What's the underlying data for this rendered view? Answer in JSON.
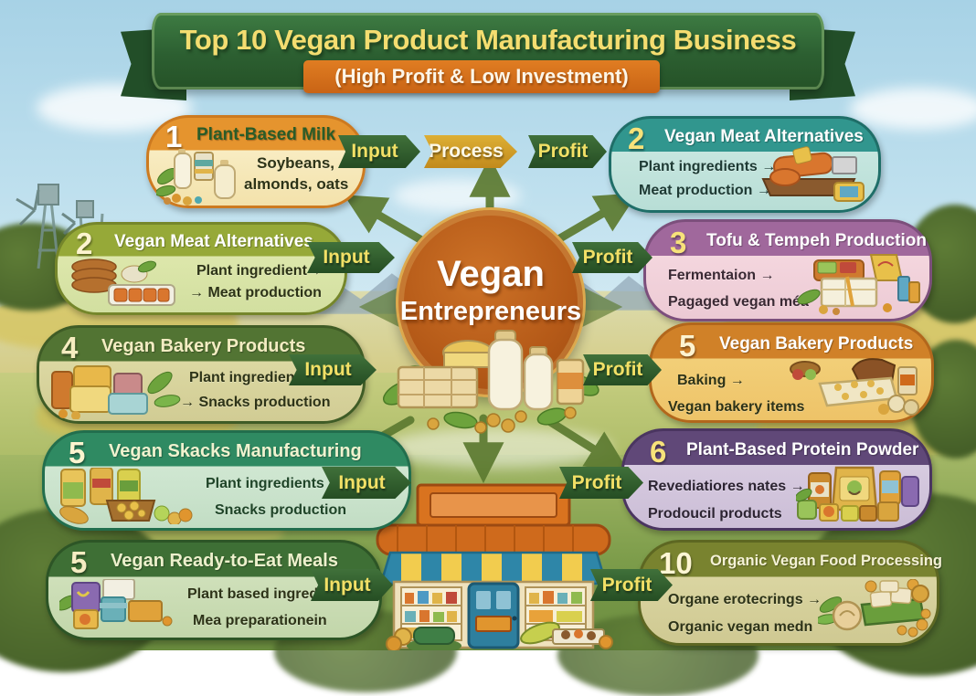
{
  "banner": {
    "title": "Top 10 Vegan Product Manufacturing Business",
    "subtitle": "(High Profit & Low Investment)"
  },
  "center": {
    "line1": "Vegan",
    "line2": "Entrepreneurs"
  },
  "flow": {
    "input": "Input",
    "process": "Process",
    "profit": "Profit"
  },
  "left_items": [
    {
      "num": "1",
      "title": "Plant-Based Milk",
      "line1": "Soybeans,",
      "line2": "almonds, oats"
    },
    {
      "num": "2",
      "title": "Vegan Meat Alternatives",
      "line1": "Plant ingredient→",
      "line2": "→ Meat production"
    },
    {
      "num": "4",
      "title": "Vegan Bakery Products",
      "line1": "Plant ingredients →",
      "line2": "→ Snacks production"
    },
    {
      "num": "5",
      "title": "Vegan Skacks Manufacturing",
      "line1": "Plant ingredients →",
      "line2": "Snacks production"
    },
    {
      "num": "5",
      "title": "Vegan Ready-to-Eat Meals",
      "line1": "Plant based ingredients",
      "line2": "Mea preparationein"
    }
  ],
  "right_items": [
    {
      "num": "2",
      "title": "Vegan Meat Alternatives",
      "line1": "Plant ingredients →",
      "line2": "Meat production →"
    },
    {
      "num": "3",
      "title": "Tofu & Tempeh Production",
      "line1": "Fermentaion →",
      "line2": "Pagaged vegan méa"
    },
    {
      "num": "5",
      "title": "Vegan Bakery Products",
      "line1": "Baking →",
      "line2": "Vegan bakery items"
    },
    {
      "num": "6",
      "title": "Plant-Based Protein Powder",
      "line1": "Revediatiores nates →",
      "line2": "Prodoucil products"
    },
    {
      "num": "10",
      "title": "Organic Vegan Food Processing",
      "line1": "Organe erotecrings →",
      "line2": "Organic vegan medn"
    }
  ],
  "colors": {
    "banner_green": "#2c5f31",
    "banner_text": "#f4dd70",
    "sub_banner_orange": "#d8731f",
    "chevron_green": "#2f5b2a",
    "chevron_text": "#f2e066",
    "process_gold": "#d9a62e",
    "center_circle": "#b55a18",
    "sky": "#b3d8e9",
    "grass": "#7c9c4a"
  }
}
